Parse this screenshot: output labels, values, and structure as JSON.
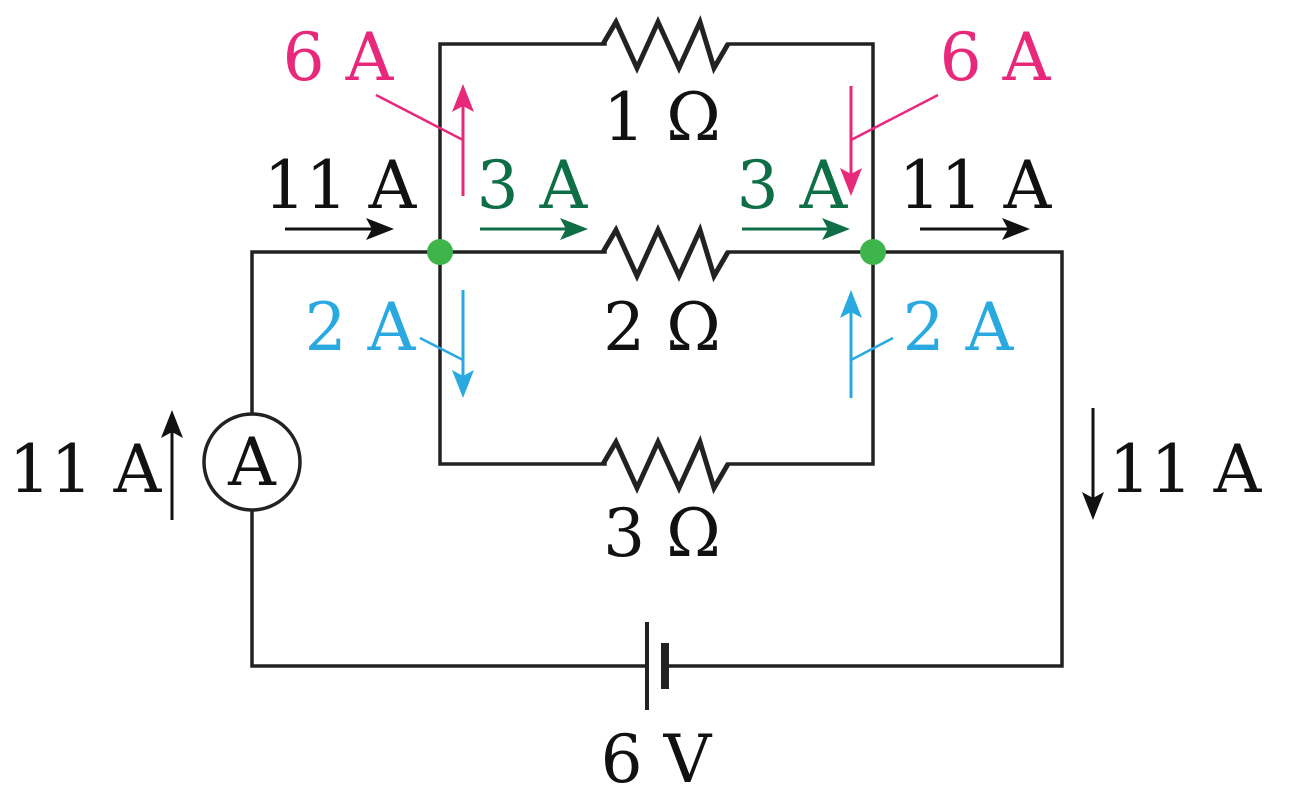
{
  "colors": {
    "wire": "#222222",
    "node": "#3db54a",
    "pink": "#e8287a",
    "green": "#0e6e45",
    "blue": "#2aa9e0",
    "black": "#111111"
  },
  "meter": {
    "symbol": "A"
  },
  "resistors": {
    "top": "1 Ω",
    "middle": "2 Ω",
    "bottom": "3 Ω"
  },
  "battery": {
    "label": "6 V"
  },
  "currents": {
    "total_in_top": "11 A",
    "total_out_top": "11 A",
    "total_left": "11 A",
    "total_right": "11 A",
    "top_branch_left": "6 A",
    "top_branch_right": "6 A",
    "middle_branch_left": "3 A",
    "middle_branch_right": "3 A",
    "bottom_branch_left": "2 A",
    "bottom_branch_right": "2 A"
  }
}
